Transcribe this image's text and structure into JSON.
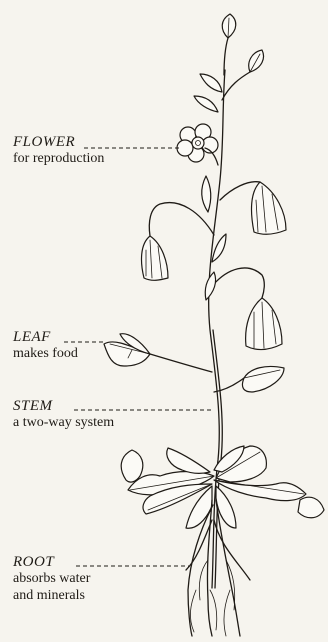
{
  "labels": {
    "flower": {
      "name": "FLOWER",
      "desc": "for reproduction"
    },
    "leaf": {
      "name": "LEAF",
      "desc": "makes food"
    },
    "stem": {
      "name": "STEM",
      "desc": "a two-way system"
    },
    "root": {
      "name": "ROOT",
      "desc_line1": "absorbs water",
      "desc_line2": "and minerals"
    }
  },
  "colors": {
    "ink": "#1f1b16",
    "paper": "#f6f4ee"
  }
}
